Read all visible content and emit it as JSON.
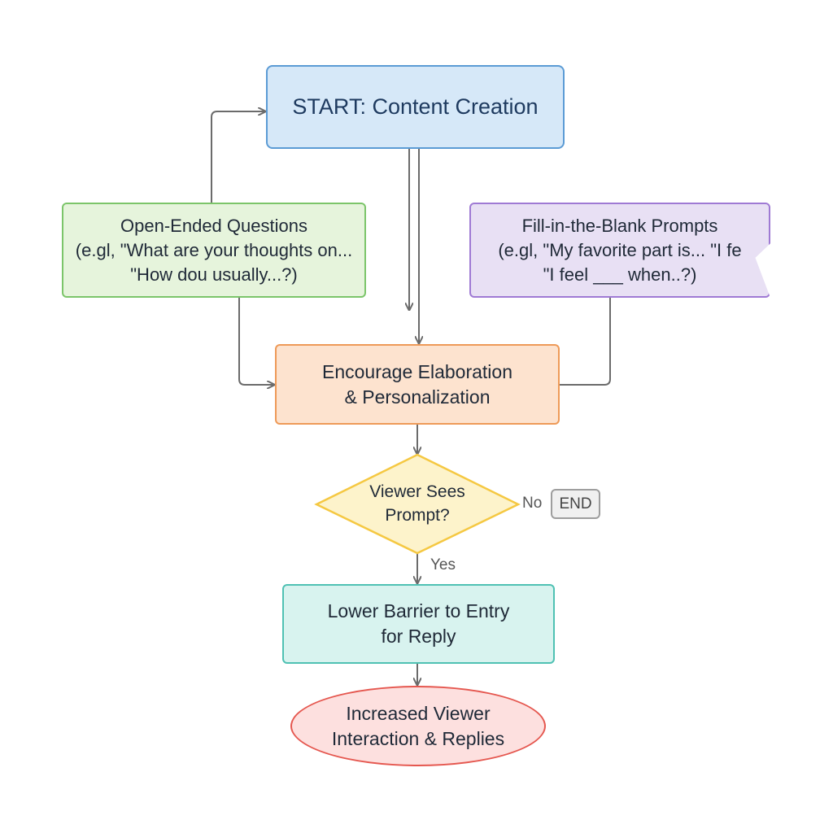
{
  "nodes": {
    "start": {
      "lines": [
        "START: Content Creation"
      ]
    },
    "open_ended": {
      "lines": [
        "Open-Ended Questions",
        "(e.gl, \"What are your thoughts on...",
        "\"How dou usually...?)"
      ]
    },
    "fill_blank": {
      "lines": [
        "Fill-in-the-Blank Prompts",
        "(e.gl, \"My favorite part is... \"I fe",
        "\"I feel ___ when..?)"
      ]
    },
    "encourage": {
      "lines": [
        "Encourage Elaboration",
        "& Personalization"
      ]
    },
    "decision": {
      "lines": [
        "Viewer Sees",
        "Prompt?"
      ]
    },
    "end": {
      "lines": [
        "END"
      ]
    },
    "lower_barrier": {
      "lines": [
        "Lower Barrier to Entry",
        "for Reply"
      ]
    },
    "outcome": {
      "lines": [
        "Increased Viewer",
        "Interaction & Replies"
      ]
    }
  },
  "edge_labels": {
    "no": "No",
    "yes": "Yes"
  },
  "colors": {
    "start": "#5b9bd5",
    "open_ended": "#7cc56a",
    "fill_blank": "#9f7ad4",
    "encourage": "#ee9a58",
    "decision": "#f5c842",
    "lower_barrier": "#4fc1b3",
    "outcome": "#e5574f",
    "end": "#9e9e9e",
    "connector": "#6b6b6b"
  }
}
